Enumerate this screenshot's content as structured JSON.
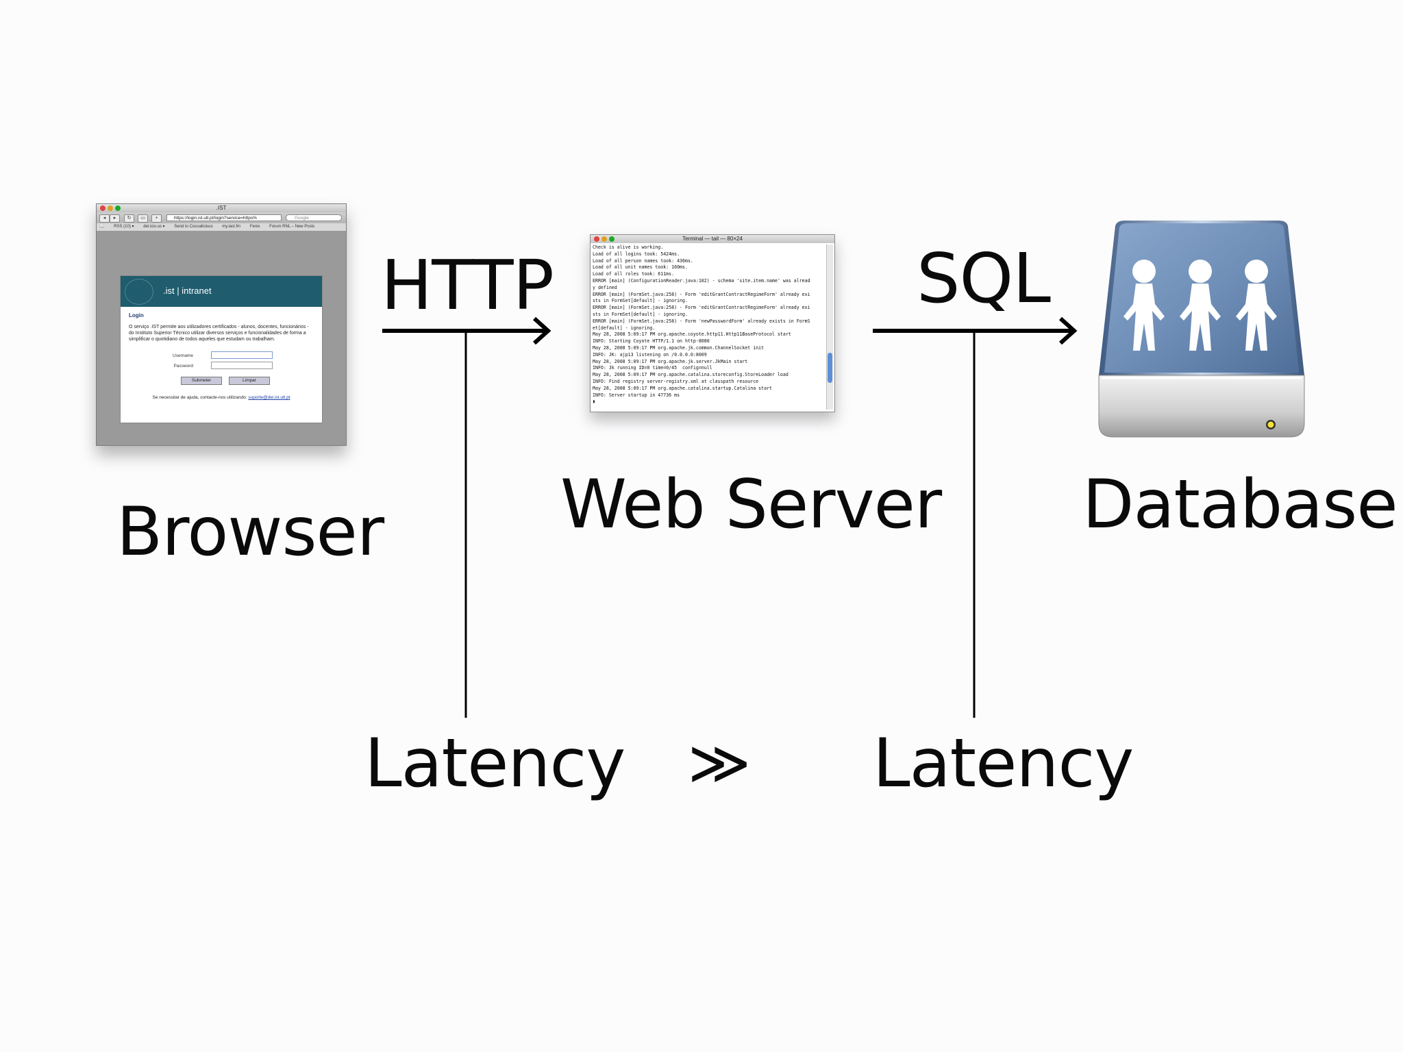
{
  "browser_window": {
    "title": ".IST",
    "url": "https://login.ist.utl.pt/login?service=https%",
    "search_placeholder": "Google",
    "bookmarks": [
      "RSS (10) ▾",
      "del.icio.us ▾",
      "Send to Cocoalicious",
      "my.last.fm",
      "Fenix",
      "Forum RNL – New Posts"
    ],
    "page": {
      "brand": ".ist | intranet",
      "heading": "Login",
      "intro": "O serviço .IST permite aos utilizadores certificados - alunos, docentes, funcionários - do Instituto Superior Técnico utilizar diversos serviços e funcionalidades de forma a simplificar o quotidiano de todos aqueles que estudam ou trabalham.",
      "username_label": "Username",
      "password_label": "Password",
      "submit_label": "Submeter",
      "clear_label": "Limpar",
      "help_text": "Se necessitar de ajuda, contacte-nos utilizando:",
      "help_email": "suporte@dei.ist.utl.pt"
    }
  },
  "terminal_window": {
    "title": "Terminal — tail — 80×24",
    "lines": [
      "Check is alive is working.",
      "Load of all logins took: 5424ms.",
      "Load of all person names took: 436ms.",
      "Load of all unit names took: 160ms.",
      "Load of all roles took: 611ms.",
      "ERROR [main] (ConfigurationReader.java:102) - schema 'site.item.name' was alread",
      "y defined",
      "ERROR [main] (FormSet.java:258) - Form 'editGrantContractRegimeForm' already exi",
      "sts in FormSet[default] - ignoring.",
      "ERROR [main] (FormSet.java:258) - Form 'editGrantContractRegimeForm' already exi",
      "sts in FormSet[default] - ignoring.",
      "ERROR [main] (FormSet.java:258) - Form 'newPasswordForm' already exists in FormS",
      "et[default] - ignoring.",
      "May 28, 2008 5:09:17 PM org.apache.coyote.http11.Http11BaseProtocol start",
      "INFO: Starting Coyote HTTP/1.1 on http-8080",
      "May 28, 2008 5:09:17 PM org.apache.jk.common.ChannelSocket init",
      "INFO: JK: ajp13 listening on /0.0.0.0:8009",
      "May 28, 2008 5:09:17 PM org.apache.jk.server.JkMain start",
      "INFO: Jk running ID=0 time=0/45  config=null",
      "May 28, 2008 5:09:17 PM org.apache.catalina.storeconfig.StoreLoader load",
      "INFO: Find registry server-registry.xml at classpath resource",
      "May 28, 2008 5:09:17 PM org.apache.catalina.startup.Catalina start",
      "INFO: Server startup in 47736 ms",
      "▮"
    ]
  },
  "labels": {
    "browser": "Browser",
    "web_server": "Web Server",
    "database": "Database",
    "http": "HTTP",
    "sql": "SQL",
    "latency_left": "Latency",
    "latency_right": "Latency",
    "much_greater": "≫"
  },
  "colors": {
    "background": "#fcfcfd",
    "ink": "#0a0a0a",
    "drive_blue": "#6f8fb8",
    "page_header": "#1e5c6e"
  }
}
